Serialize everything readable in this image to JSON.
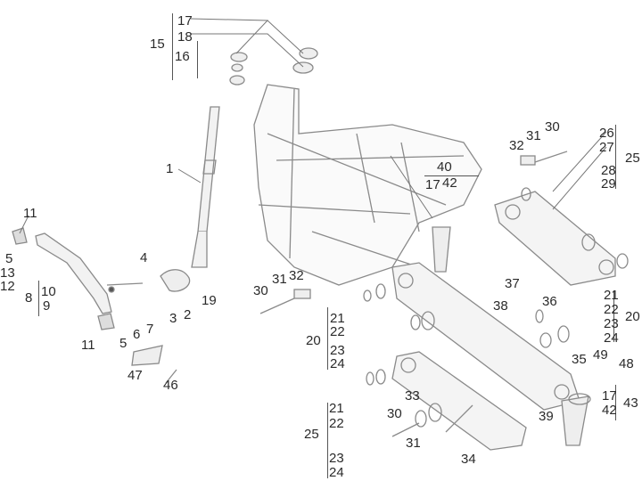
{
  "diagram": {
    "title": "Exploded parts diagram - steering column, frame and swing arm linkage",
    "colors": {
      "line": "#8a8a8a",
      "part_fill": "#eeeeee",
      "label": "#2a2a2a"
    },
    "labels": {
      "p1": "1",
      "p2": "2",
      "p3": "3",
      "p4": "4",
      "p5a": "5",
      "p5b": "5",
      "p6": "6",
      "p7": "7",
      "p8": "8",
      "p9": "9",
      "p10": "10",
      "p11a": "11",
      "p11b": "11",
      "p12": "12",
      "p13": "13",
      "p15": "15",
      "p16": "16",
      "p17a": "17",
      "p18": "18",
      "p19": "19",
      "p20a": "20",
      "p20b": "20",
      "p21a": "21",
      "p21b": "21",
      "p21c": "21",
      "p22a": "22",
      "p22b": "22",
      "p22c": "22",
      "p23a": "23",
      "p23b": "23",
      "p23c": "23",
      "p24a": "24",
      "p24b": "24",
      "p24c": "24",
      "p25a": "25",
      "p25b": "25",
      "p26": "26",
      "p27": "27",
      "p28": "28",
      "p29": "29",
      "p30a": "30",
      "p30b": "30",
      "p30c": "30",
      "p31a": "31",
      "p31b": "31",
      "p31c": "31",
      "p32a": "32",
      "p32b": "32",
      "p33": "33",
      "p34": "34",
      "p35": "35",
      "p36": "36",
      "p37": "37",
      "p38": "38",
      "p39": "39",
      "p40": "40",
      "p17b": "17",
      "p17c": "17",
      "p42a": "42",
      "p42b": "42",
      "p43": "43",
      "p46": "46",
      "p47": "47",
      "p48": "48",
      "p49": "49"
    }
  }
}
